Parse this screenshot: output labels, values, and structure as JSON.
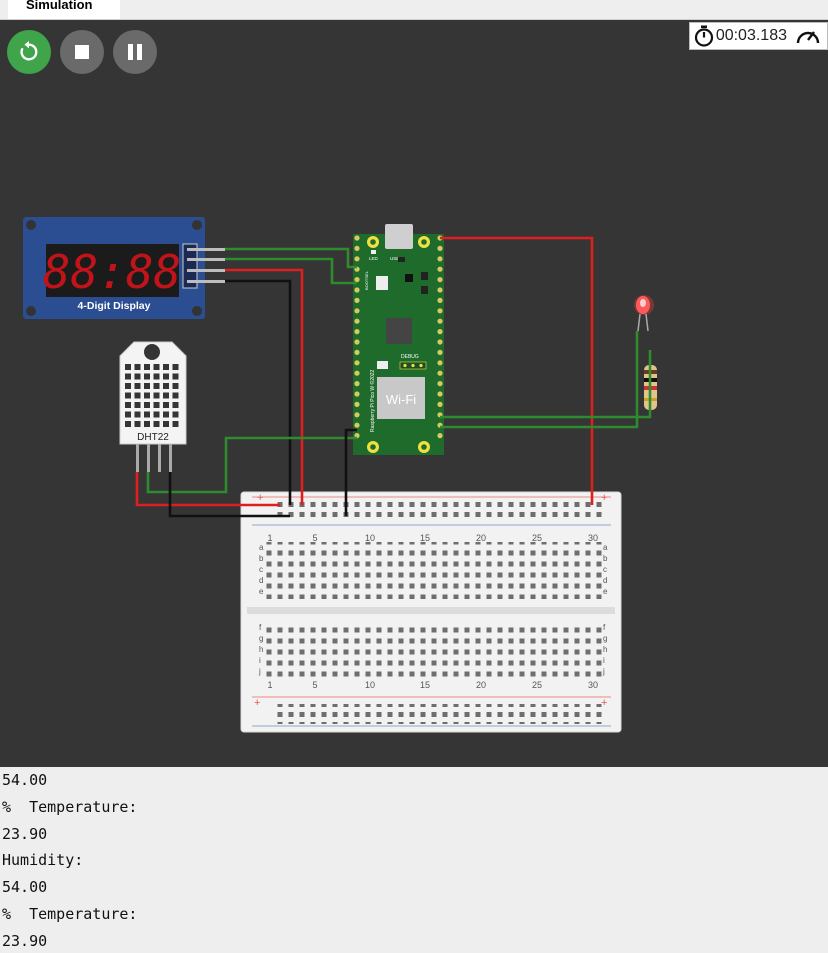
{
  "tab": {
    "label": "Simulation"
  },
  "controls": {
    "restart_icon": "restart-icon",
    "stop_icon": "stop-icon",
    "pause_icon": "pause-icon"
  },
  "timer": {
    "value": "00:03.183"
  },
  "display": {
    "label": "4-Digit Display",
    "digits": "88:88"
  },
  "sensor": {
    "label": "DHT22"
  },
  "pico": {
    "wifi_label": "Wi-Fi",
    "model_label": "Raspberry Pi Pico W ©2022",
    "debug_label": "DEBUG",
    "led_label": "LED",
    "usb_label": "USB",
    "bootsel_label": "BOOTSEL"
  },
  "breadboard": {
    "column_numbers": [
      "1",
      "5",
      "10",
      "15",
      "20",
      "25",
      "30"
    ],
    "row_letters_top": [
      "a",
      "b",
      "c",
      "d",
      "e"
    ],
    "row_letters_bottom": [
      "f",
      "g",
      "h",
      "i",
      "j"
    ],
    "plus_sign": "+"
  },
  "serial_output": {
    "lines": [
      "54.00",
      "%  Temperature:",
      "23.90",
      "Humidity:",
      "54.00",
      "%  Temperature:",
      "23.90"
    ]
  },
  "colors": {
    "canvas": "#353535",
    "display_board": "#2a4e91",
    "digit": "#c0141a",
    "pico": "#1e6b2c",
    "restart": "#3fa44a",
    "wire_red": "#dd1f1f",
    "wire_green": "#2e8b2e",
    "wire_black": "#111111"
  }
}
